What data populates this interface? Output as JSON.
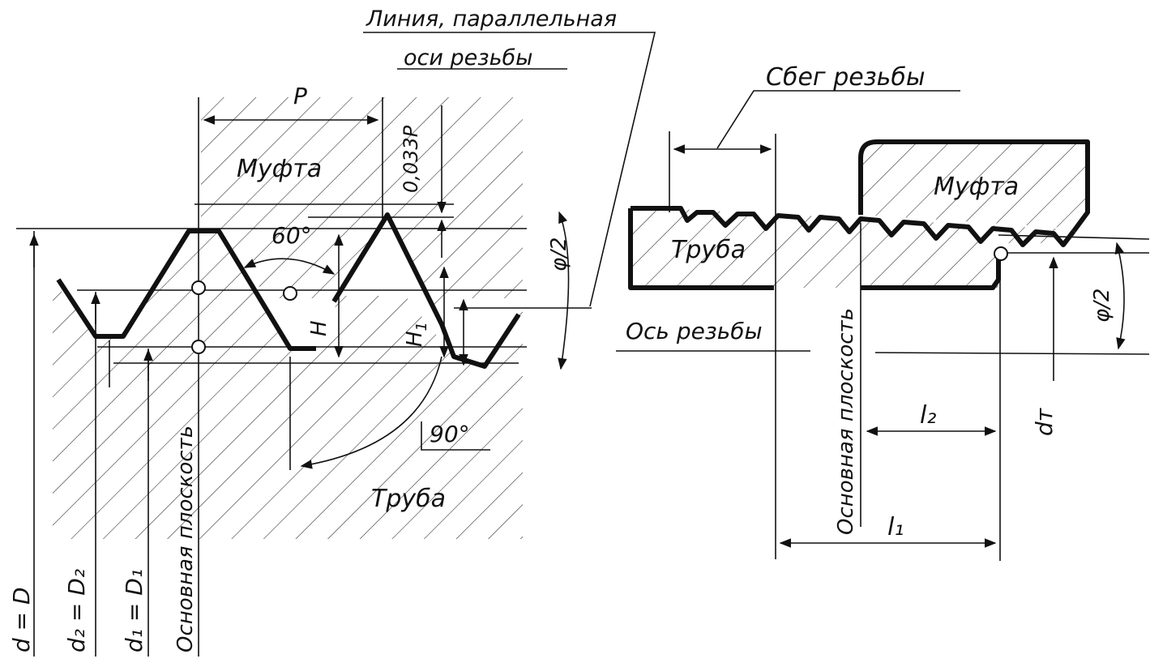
{
  "labels": {
    "parallel_line_1": "Линия, параллельная",
    "parallel_line_2": "оси резьбы",
    "pitch": "P",
    "coupling_left": "Муфта",
    "dim_0033p": "0,033P",
    "angle_60": "60°",
    "angle_half": "φ/2",
    "h": "H",
    "h1": "H",
    "h1_sub": "1",
    "angle_90": "90°",
    "pipe_left": "Труба",
    "d_eq_D": "d = D",
    "d2_eq_D2": "d₂ = D₂",
    "d1_eq_D1": "d₁ = D₁",
    "base_plane_left": "Основная плоскость",
    "thread_runout": "Сбег резьбы",
    "coupling_right": "Муфта",
    "pipe_right": "Труба",
    "thread_axis": "Ось резьбы",
    "base_plane_right": "Основная плоскость",
    "angle_half_right": "φ/2",
    "l2": "l₂",
    "l1": "l₁",
    "dt": "dт"
  }
}
